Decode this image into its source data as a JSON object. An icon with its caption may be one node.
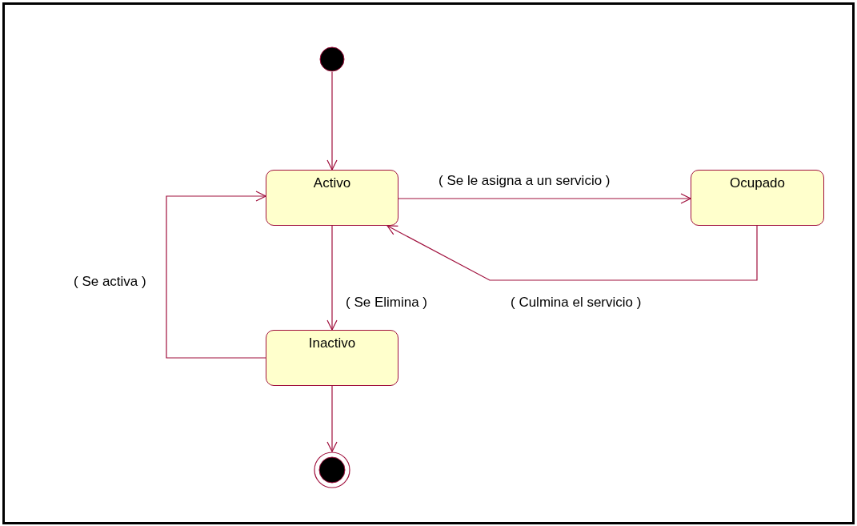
{
  "diagram": {
    "nodes": [
      {
        "text": [],
        "shape": "circle"
      },
      {
        "text": [
          "Activo"
        ]
      },
      {
        "text": [
          "Ocupado"
        ]
      },
      {
        "text": [
          "Inactivo"
        ]
      },
      {
        "text": [],
        "shape": "circle"
      }
    ],
    "edges": [
      {
        "from": 0,
        "to": 1,
        "arrow": "to"
      },
      {
        "from": 1,
        "to": 2,
        "arrow": "to",
        "label": "( Se le asigna a un servicio )"
      },
      {
        "from": 2,
        "to": 1,
        "arrow": "to",
        "label": "( Culmina el servicio )"
      },
      {
        "from": 1,
        "to": 3,
        "arrow": "to",
        "label": "( Se Elimina )"
      },
      {
        "from": 3,
        "to": 1,
        "arrow": "to",
        "label": "( Se activa )"
      },
      {
        "from": 3,
        "to": 4,
        "arrow": "to"
      }
    ]
  }
}
